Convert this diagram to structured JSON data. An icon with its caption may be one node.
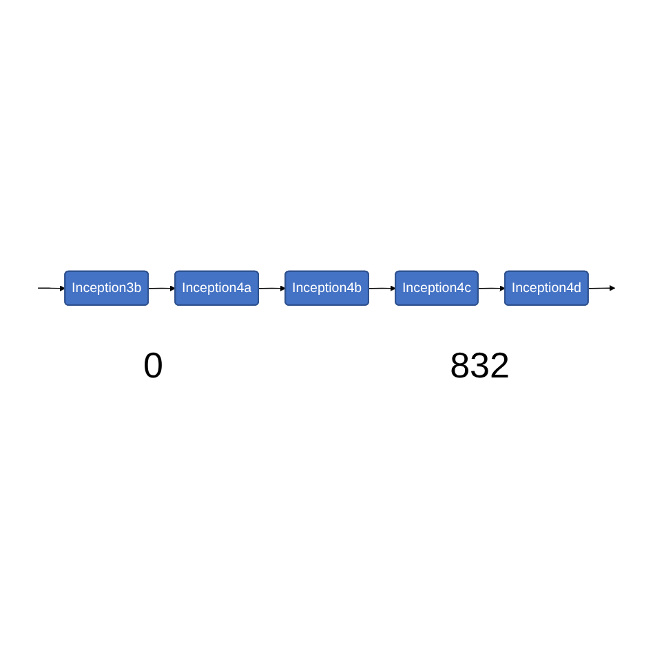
{
  "diagram": {
    "nodes": [
      {
        "text": [
          "Inception3b"
        ]
      },
      {
        "text": [
          "Inception4a"
        ]
      },
      {
        "text": [
          "Inception4b"
        ]
      },
      {
        "text": [
          "Inception4c"
        ]
      },
      {
        "text": [
          "Inception4d"
        ]
      }
    ],
    "edges": [
      {
        "from": null,
        "to": 0,
        "arrow": "to"
      },
      {
        "from": 0,
        "to": 1,
        "arrow": "to"
      },
      {
        "from": 1,
        "to": 2,
        "arrow": "to"
      },
      {
        "from": 2,
        "to": 3,
        "arrow": "to"
      },
      {
        "from": 3,
        "to": 4,
        "arrow": "to"
      },
      {
        "from": 4,
        "to": null,
        "arrow": "to"
      }
    ],
    "labels": [
      "0",
      "832"
    ]
  }
}
